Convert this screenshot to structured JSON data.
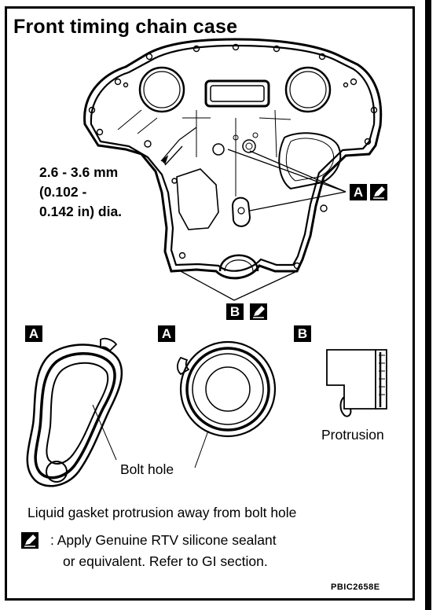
{
  "title": "Front  timing chain case",
  "dimension": {
    "line1": "2.6 - 3.6 mm",
    "line2": "(0.102 -",
    "line3": "0.142 in) dia."
  },
  "callouts": {
    "a": "A",
    "b": "B"
  },
  "details": {
    "bolt_hole": "Bolt hole",
    "protrusion": "Protrusion"
  },
  "notes": {
    "liquid_gasket": "Liquid gasket protrusion away from bolt hole",
    "apply_line1": ": Apply Genuine RTV silicone sealant",
    "apply_line2": "or equivalent. Refer to GI section."
  },
  "figure_code": "PBIC2658E",
  "icons": [
    "sealant-pen-icon"
  ]
}
